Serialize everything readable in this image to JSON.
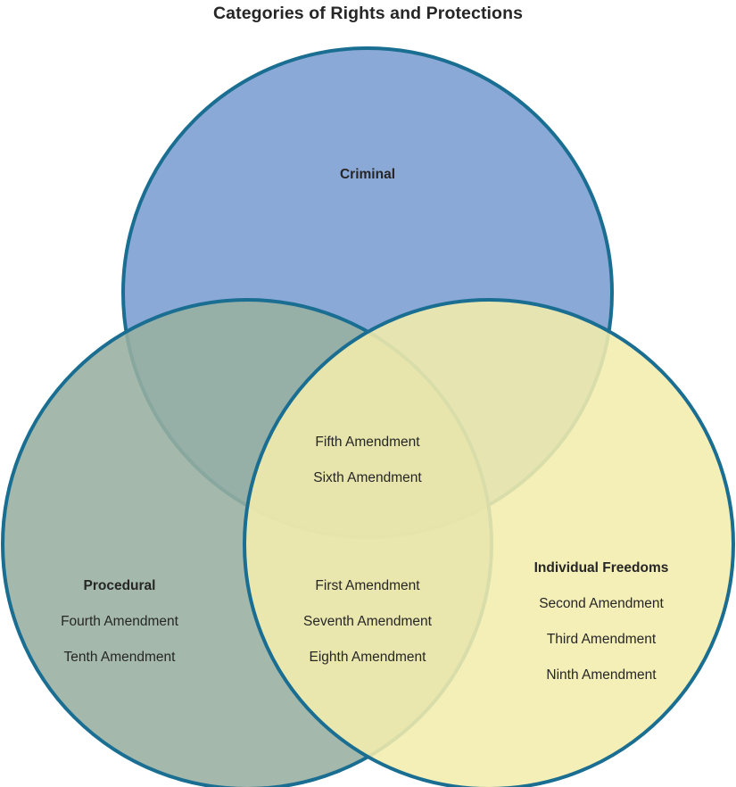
{
  "title": "Categories of Rights and Protections",
  "colors": {
    "stroke": "#1A6E92",
    "criminal_fill": "#7B9DD1",
    "procedural_fill": "#97AFA1",
    "freedoms_fill": "#F3EDAD",
    "title_color": "#262626",
    "text_color": "#262626"
  },
  "chart_data": {
    "type": "venn",
    "title": "Categories of Rights and Protections",
    "sets": [
      {
        "id": "criminal",
        "label": "Criminal",
        "fill": "#7B9DD1",
        "items": []
      },
      {
        "id": "procedural",
        "label": "Procedural",
        "fill": "#97AFA1",
        "items": [
          "Fourth Amendment",
          "Tenth Amendment"
        ]
      },
      {
        "id": "freedoms",
        "label": "Individual Freedoms",
        "fill": "#F3EDAD",
        "items": [
          "Second Amendment",
          "Third Amendment",
          "Ninth Amendment"
        ]
      }
    ],
    "intersections": [
      {
        "id": "criminal-procedural-freedoms",
        "sets": [
          "criminal",
          "procedural",
          "freedoms"
        ],
        "items": [
          "Fifth Amendment",
          "Sixth Amendment"
        ]
      },
      {
        "id": "procedural-freedoms",
        "sets": [
          "procedural",
          "freedoms"
        ],
        "items": [
          "First Amendment",
          "Seventh Amendment",
          "Eighth Amendment"
        ]
      }
    ]
  },
  "regions": {
    "criminal": {
      "label": "Criminal"
    },
    "procedural": {
      "label": "Procedural",
      "item_1": "Fourth Amendment",
      "item_2": "Tenth Amendment"
    },
    "freedoms": {
      "label": "Individual Freedoms",
      "item_1": "Second Amendment",
      "item_2": "Third Amendment",
      "item_3": "Ninth Amendment"
    },
    "center": {
      "item_1": "Fifth Amendment",
      "item_2": "Sixth Amendment"
    },
    "bottom_center": {
      "item_1": "First Amendment",
      "item_2": "Seventh Amendment",
      "item_3": "Eighth Amendment"
    }
  }
}
